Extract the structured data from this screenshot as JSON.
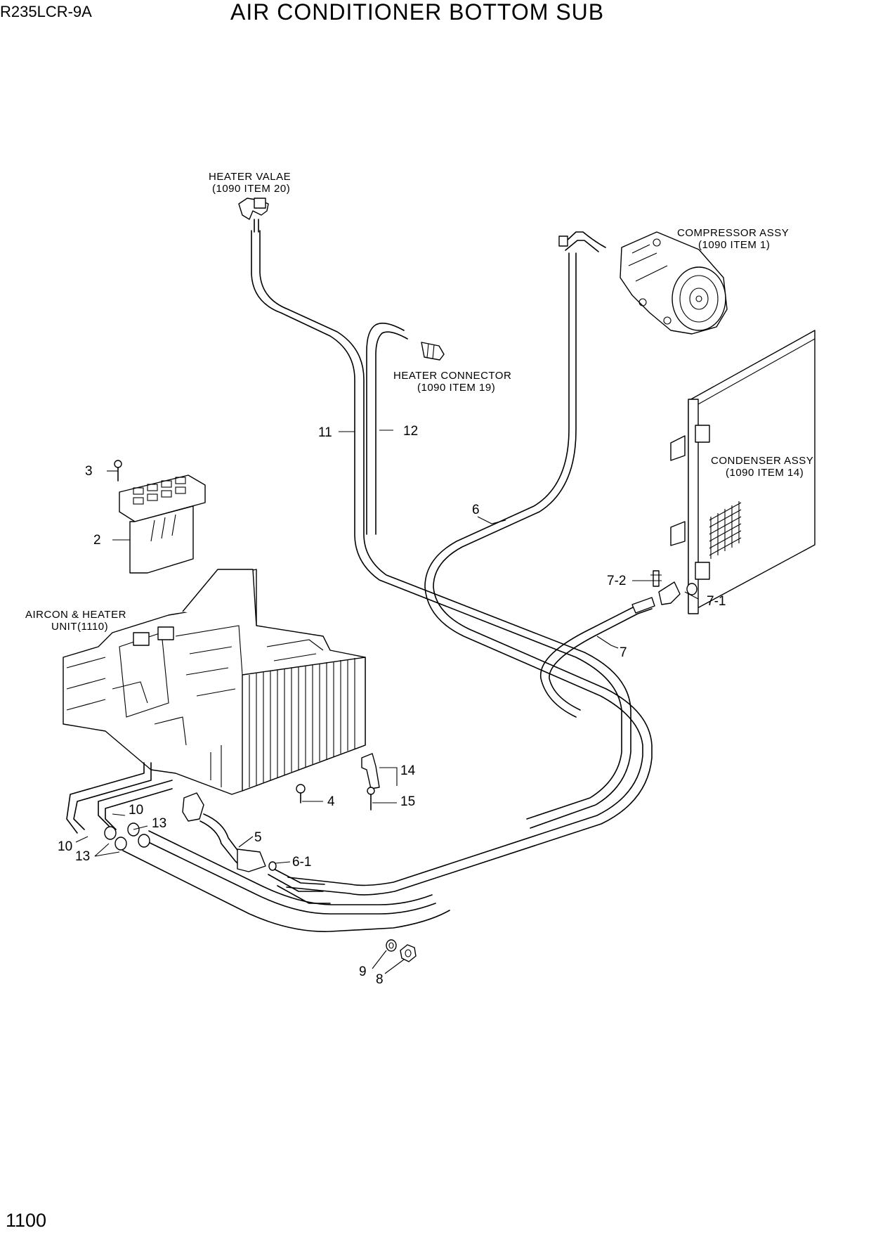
{
  "header": {
    "model": "R235LCR-9A",
    "title": "AIR CONDITIONER BOTTOM SUB",
    "page_number": "1100"
  },
  "callouts": [
    {
      "id": "heater_valve",
      "lines": [
        "HEATER VALAE",
        "(1090 ITEM 20)"
      ]
    },
    {
      "id": "compressor",
      "lines": [
        "COMPRESSOR ASSY",
        "(1090 ITEM 1)"
      ]
    },
    {
      "id": "heater_connector",
      "lines": [
        "HEATER CONNECTOR",
        "(1090 ITEM 19)"
      ]
    },
    {
      "id": "condenser",
      "lines": [
        "CONDENSER ASSY",
        "(1090 ITEM 14)"
      ]
    },
    {
      "id": "aircon_unit",
      "lines": [
        "AIRCON & HEATER",
        "UNIT(1110)"
      ]
    }
  ],
  "part_labels": [
    "11",
    "12",
    "3",
    "2",
    "6",
    "7-2",
    "7-1",
    "7",
    "14",
    "4",
    "15",
    "10",
    "13",
    "5",
    "10",
    "13",
    "6-1",
    "9",
    "8"
  ]
}
